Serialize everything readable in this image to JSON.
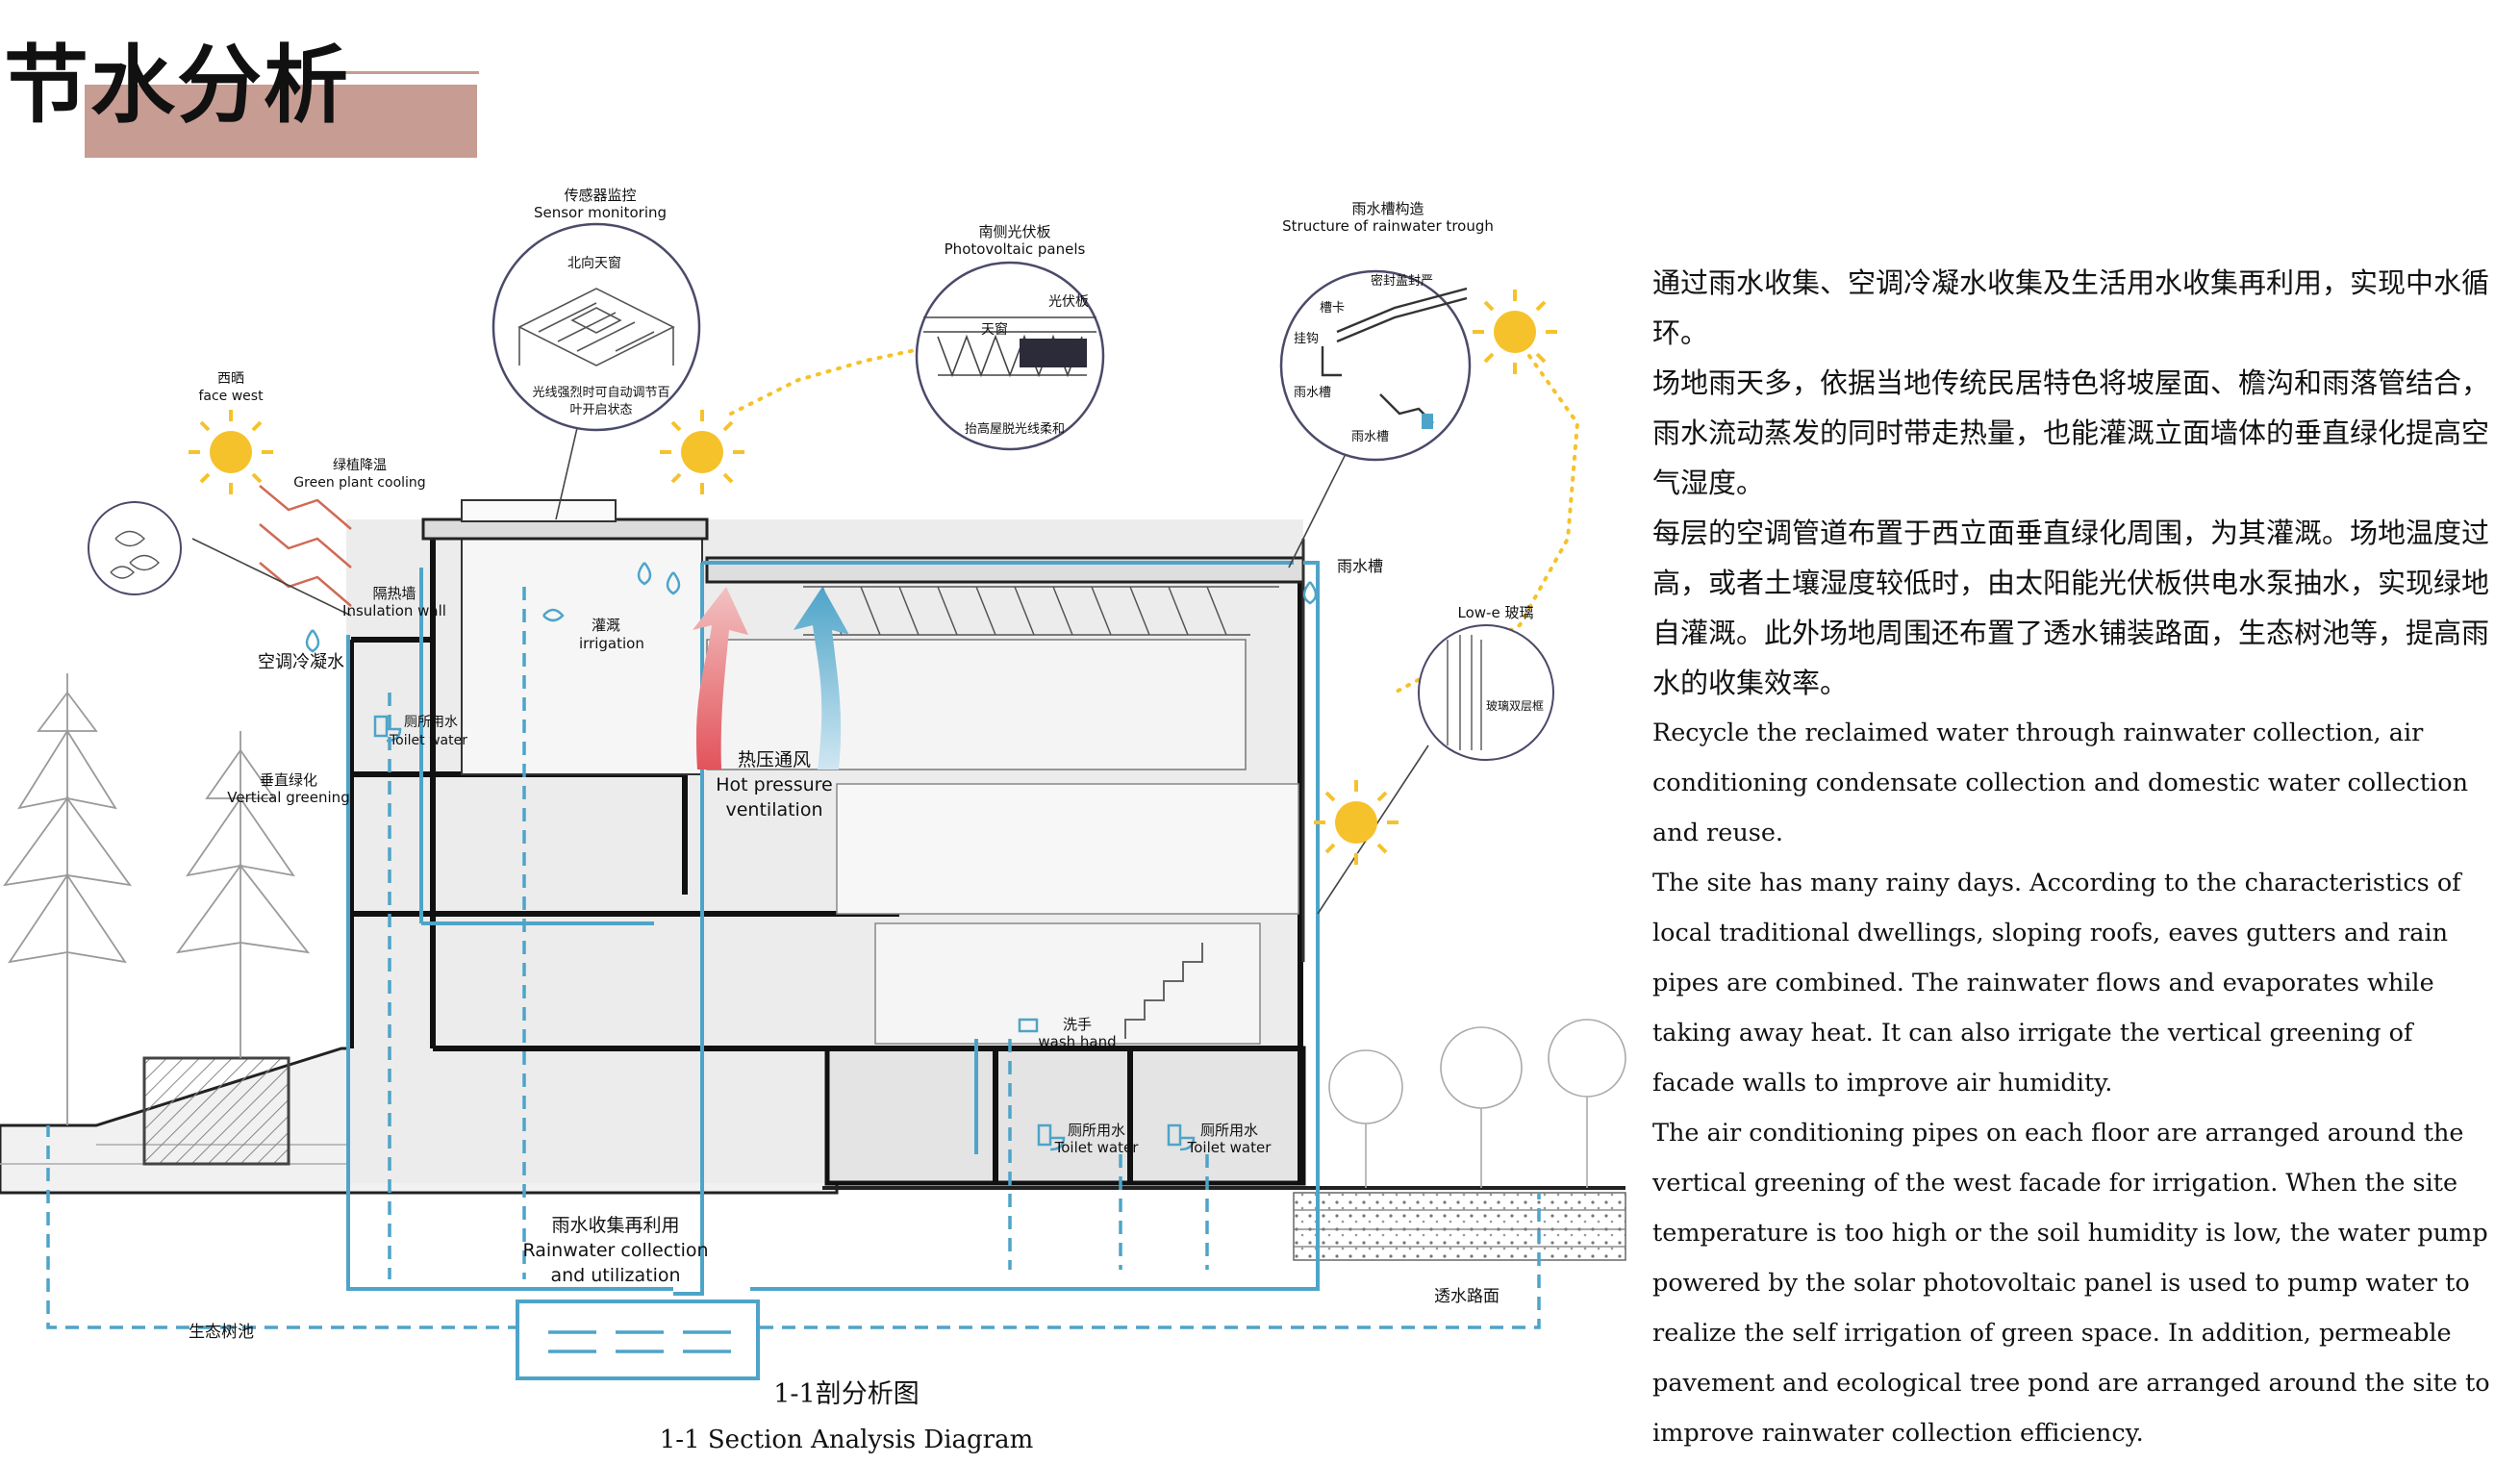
{
  "title": "节水分析",
  "labels": {
    "sensor": "传感器监控",
    "sensor_en": "Sensor monitoring",
    "north_skylight": "北向天窗",
    "light_auto_1": "光线强烈时可自动调节百",
    "light_auto_2": "叶开启状态",
    "pv": "南侧光伏板",
    "pv_en": "Photovoltaic panels",
    "pv_panel": "光伏板",
    "skylight": "天窗",
    "raise_roof": "抬高屋脱光线柔和",
    "trough": "雨水槽构造",
    "trough_en": "Structure of rainwater trough",
    "seal": "密封盖封严",
    "clip": "槽卡",
    "hook": "挂钩",
    "gutter": "雨水槽",
    "pipe": "雨水槽",
    "gutter_roof": "雨水槽",
    "face_west": "西晒",
    "face_west_en": "face west",
    "green_cool": "绿植降温",
    "green_cool_en": "Green plant cooling",
    "insulation": "隔热墙",
    "insulation_en": "Insulation wall",
    "ac_water": "空调冷凝水",
    "irrigation": "灌溉",
    "irrigation_en": "irrigation",
    "toilet1": "厕所用水",
    "toilet1_en": "Toilet water",
    "vertical": "垂直绿化",
    "vertical_en": "Vertical greening",
    "hot": "热压通风",
    "hot_en1": "Hot pressure",
    "hot_en2": "ventilation",
    "wash": "洗手",
    "wash_en": "wash hand",
    "toilet2": "厕所用水",
    "toilet2_en": "Toilet water",
    "toilet3": "厕所用水",
    "toilet3_en": "Toilet water",
    "lowe": "Low-e 玻璃",
    "glass": "玻璃双层框",
    "rain_collect": "雨水收集再利用",
    "rain_collect_en1": "Rainwater collection",
    "rain_collect_en2": "and utilization",
    "tree_pond": "生态树池",
    "permeable": "透水路面",
    "section": "1-1剖分析图",
    "section_en": "1-1 Section Analysis Diagram"
  },
  "paragraphs": {
    "zh1": "通过雨水收集、空调冷凝水收集及生活用水收集再利用，实现中水循环。",
    "zh2": "场地雨天多，依据当地传统民居特色将坡屋面、檐沟和雨落管结合，雨水流动蒸发的同时带走热量，也能灌溉立面墙体的垂直绿化提高空气湿度。",
    "zh3": "每层的空调管道布置于西立面垂直绿化周围，为其灌溉。场地温度过高，或者土壤湿度较低时，由太阳能光伏板供电水泵抽水，实现绿地自灌溉。此外场地周围还布置了透水铺装路面，生态树池等，提高雨水的收集效率。",
    "en1": "Recycle the reclaimed water through rainwater collection, air conditioning condensate collection and domestic water collection and reuse.",
    "en2": "The site has many rainy days. According to the characteristics of local traditional dwellings, sloping roofs, eaves gutters and rain pipes are combined. The rainwater flows and evaporates while taking away heat. It can also irrigate the vertical greening of facade walls to improve air humidity.",
    "en3": "The air conditioning pipes on each floor are arranged around the vertical greening of the west facade for irrigation. When the site temperature is too high or the soil humidity is low, the water pump powered by the solar photovoltaic panel is used to pump water to realize the self irrigation of green space. In addition, permeable pavement and ecological tree pond are arranged around the site to improve rainwater collection efficiency."
  },
  "colors": {
    "title_bar": "#c79c92",
    "pipe": "#4ea4c8",
    "sun": "#f5c22b",
    "arrow_red": "#e2535a",
    "arrow_blue": "#5aaed0"
  }
}
